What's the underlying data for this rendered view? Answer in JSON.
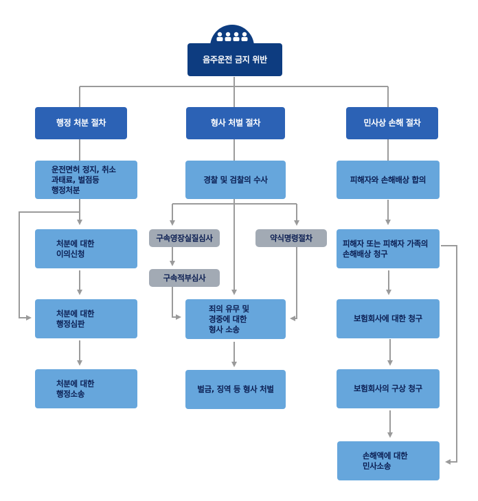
{
  "title": "음주운전 금지 위반",
  "title_icon": "people-group-icon",
  "colors": {
    "root": "#0d3c80",
    "header": "#2c62b5",
    "step": "#66a6dc",
    "step_text": "#0b1e52",
    "gray": "#a2aab4",
    "line": "#9a9a9a"
  },
  "columns": {
    "administrative": {
      "header": "행정 처분 절차",
      "steps": [
        [
          "운전면허 정지, 취소",
          "과태료, 벌점등",
          "행정처분"
        ],
        [
          "처분에 대한",
          "이의신청"
        ],
        [
          "처분에 대한",
          "행정심판"
        ],
        [
          "처분에 대한",
          "행정소송"
        ]
      ]
    },
    "criminal": {
      "header": "형사 처벌 절차",
      "investigation": "경찰 및 검찰의 수사",
      "warrant_review": "구속영장실질심사",
      "detention_review": "구속적부심사",
      "summary_order": "약식명령절차",
      "trial": [
        "죄의 유무 및",
        "경중에 대한",
        "형사 소송"
      ],
      "punishment": "벌금, 징역 등 형사 처벌"
    },
    "civil": {
      "header": "민사상 손해 절차",
      "steps": [
        [
          "피해자와 손해배상 합의"
        ],
        [
          "피해자 또는 피해자 가족의",
          "손해배상 청구"
        ],
        [
          "보험회사에 대한 청구"
        ],
        [
          "보험회사의 구상 청구"
        ],
        [
          "손해액에 대한",
          "민사소송"
        ]
      ]
    }
  }
}
